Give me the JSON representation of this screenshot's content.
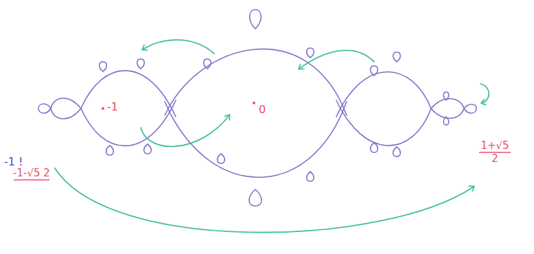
{
  "diagram": {
    "labels": [
      "-1",
      "0",
      "-1-√5 2",
      "1+√5 2",
      "-1 !"
    ]
  }
}
